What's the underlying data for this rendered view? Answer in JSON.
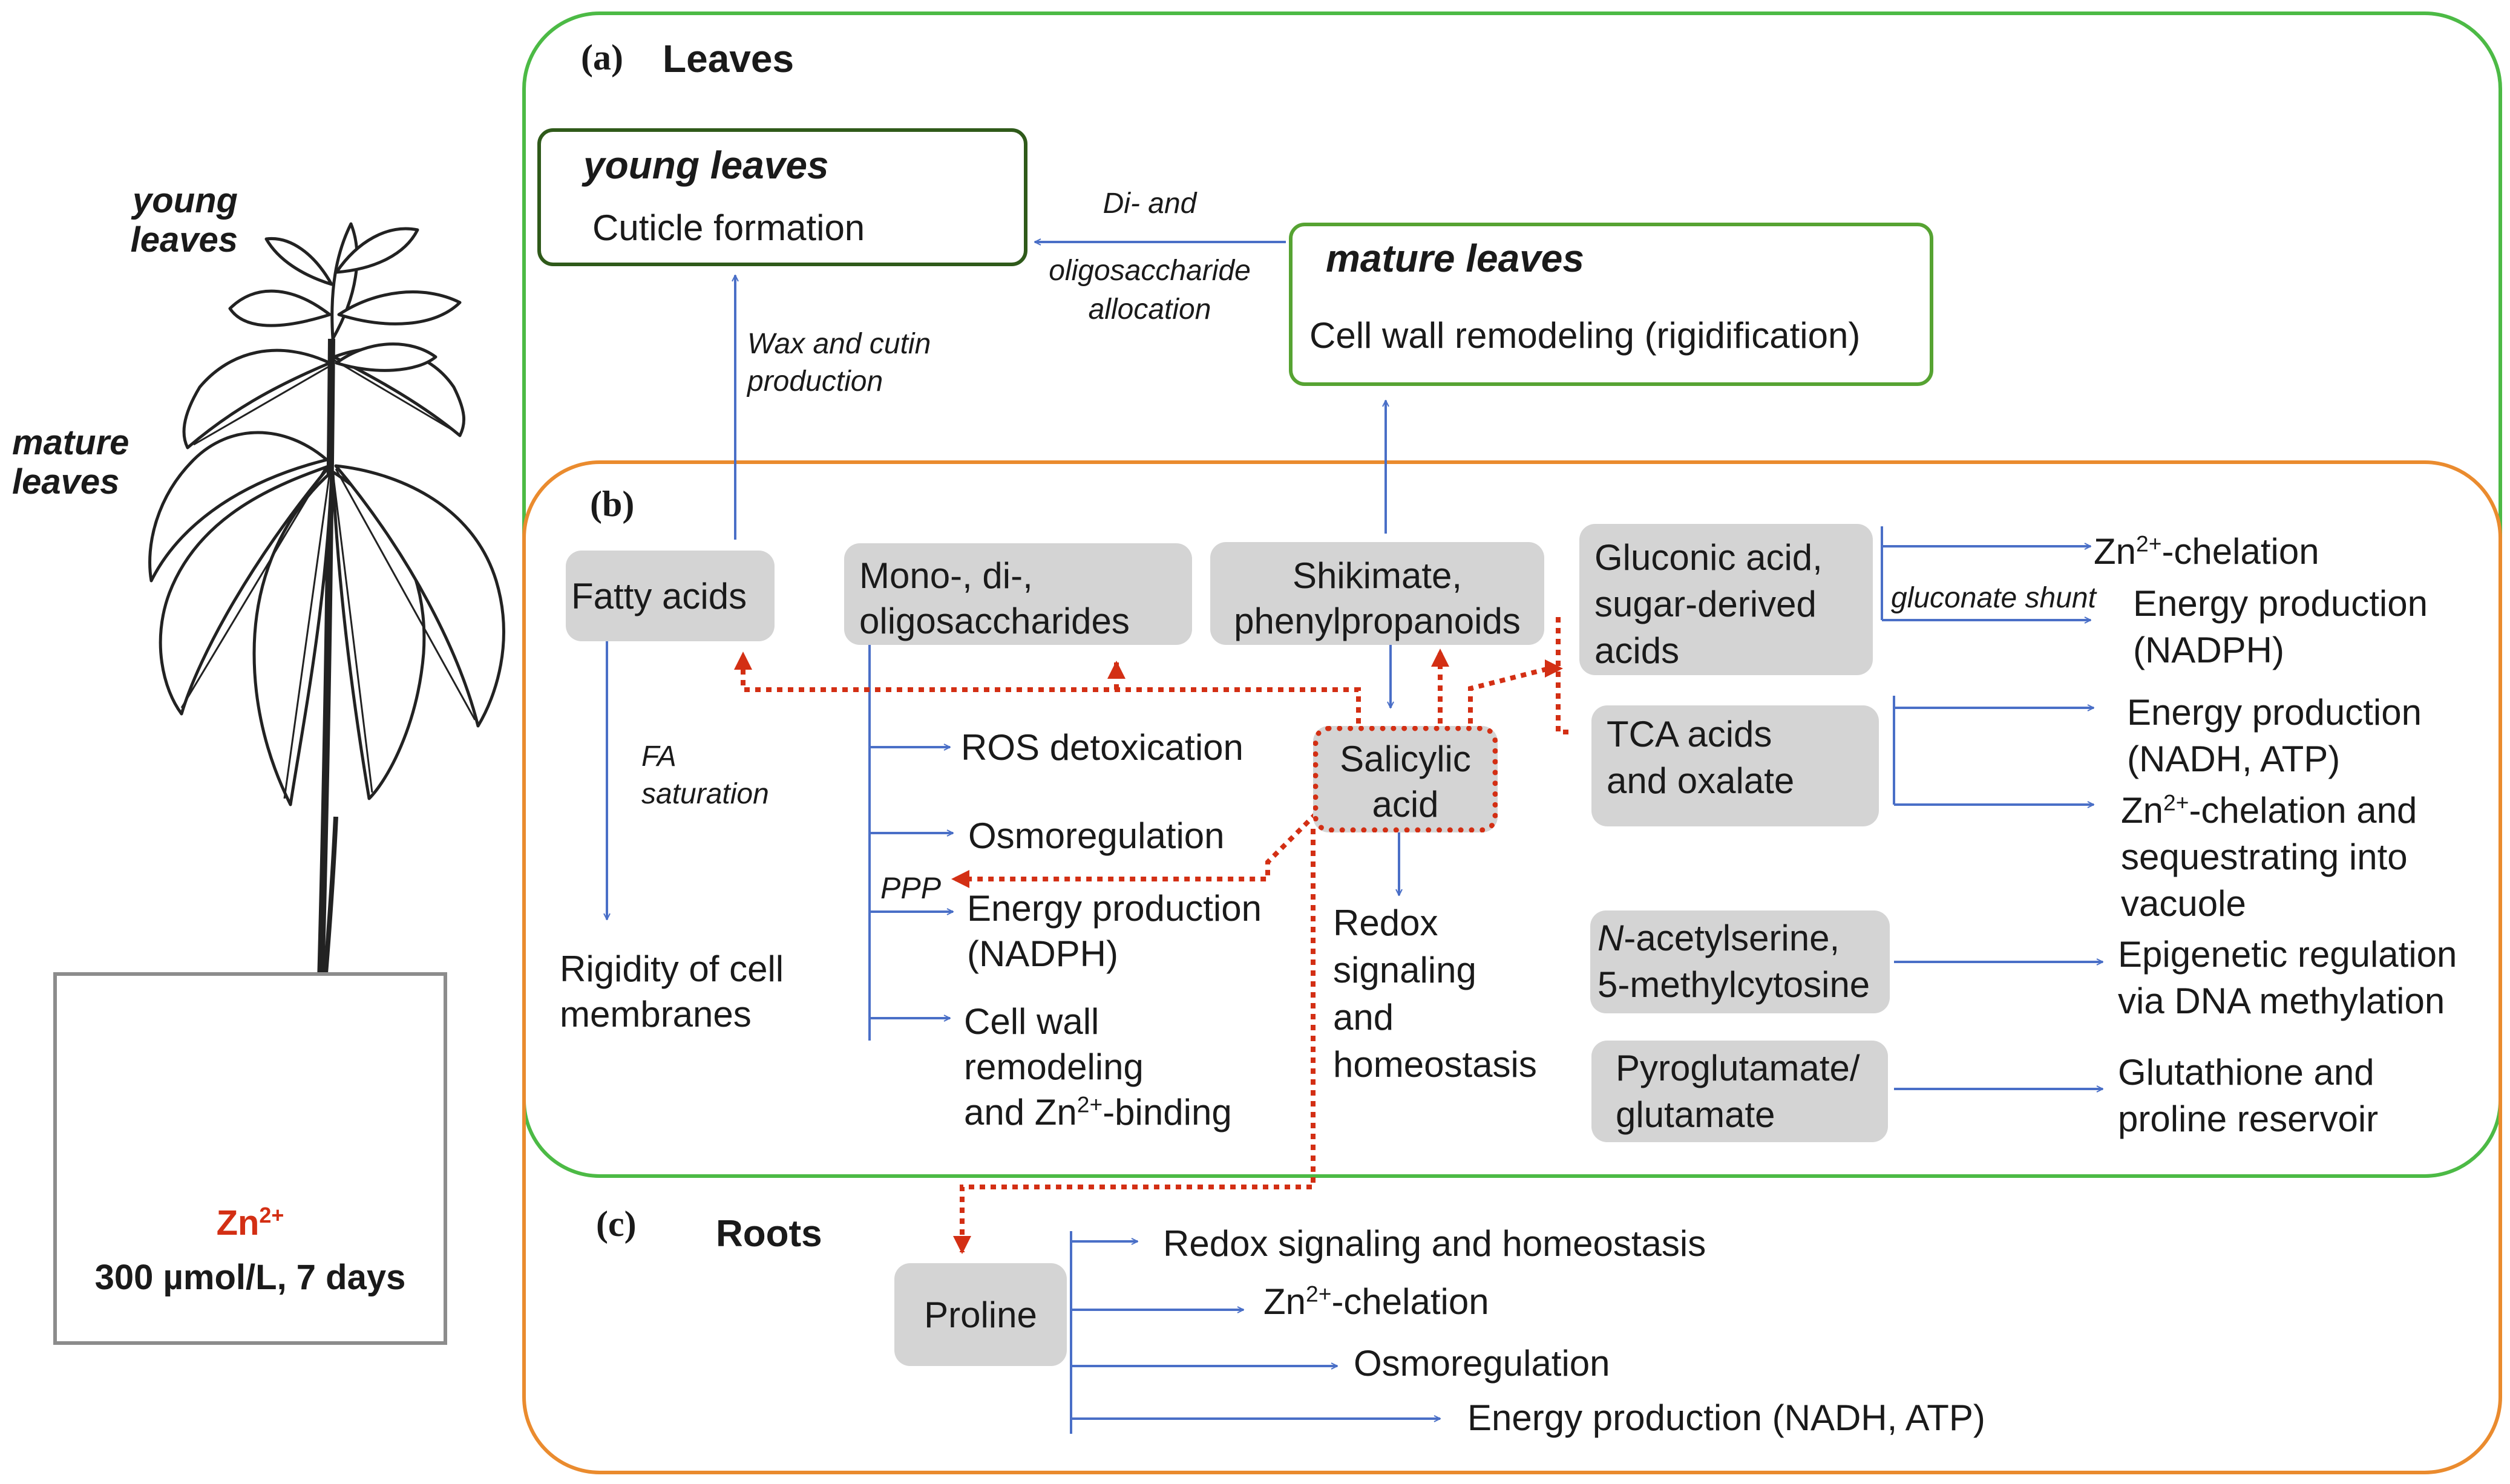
{
  "plant": {
    "young_leaves_label": [
      "young",
      "leaves"
    ],
    "mature_leaves_label": [
      "mature",
      "leaves"
    ],
    "treatment": {
      "ion": "Zn",
      "ion_charge": "2+",
      "condition": "300 µmol/L, 7 days"
    }
  },
  "colors": {
    "green_panel": "#4cba45",
    "orange_panel": "#ea8b2e",
    "arrow_blue": "#4a6fc7",
    "dotted_red": "#d32f14",
    "gray_box": "#d4d4d4",
    "zn_red": "#d32f14"
  },
  "panel_a": {
    "letter": "(a)",
    "title": "Leaves",
    "young_box": {
      "title": "young leaves",
      "text": "Cuticle formation"
    },
    "mature_box": {
      "title": "mature leaves",
      "text": "Cell wall remodeling (rigidification)"
    },
    "allocation_label": [
      "Di- and",
      "oligosaccharide",
      "allocation"
    ],
    "wax_label": [
      "Wax and cutin",
      "production"
    ]
  },
  "panel_b": {
    "letter": "(b)",
    "fatty_acids": "Fatty acids",
    "fa_saturation": [
      "FA",
      "saturation"
    ],
    "rigidity": [
      "Rigidity of cell",
      "membranes"
    ],
    "sugars": [
      "Mono-, di-,",
      "oligosaccharides"
    ],
    "ros": "ROS detoxication",
    "osmo": "Osmoregulation",
    "ppp": "PPP",
    "energy_nadph": [
      "Energy production",
      "(NADPH)"
    ],
    "cell_wall": [
      "Cell wall",
      "remodeling",
      "and Zn"
    ],
    "cell_wall_charge": "2+",
    "cell_wall_suffix": "-binding",
    "shikimate": [
      "Shikimate,",
      "phenylpropanoids"
    ],
    "salicylic": [
      "Salicylic",
      "acid"
    ],
    "redox": [
      "Redox",
      "signaling",
      "and",
      "homeostasis"
    ],
    "gluconic": [
      "Gluconic acid,",
      "sugar-derived",
      "acids"
    ],
    "gluconate_shunt": "gluconate shunt",
    "zn_chelation": {
      "prefix": "Zn",
      "charge": "2+",
      "suffix": "-chelation"
    },
    "energy_nadph2": [
      "Energy production",
      "(NADPH)"
    ],
    "tca": [
      "TCA acids",
      "and oxalate"
    ],
    "energy_nadh": [
      "Energy production",
      "(NADH, ATP)"
    ],
    "zn_seq": {
      "prefix": "Zn",
      "charge": "2+",
      "suffix": "-chelation and",
      "line2": "sequestrating into",
      "line3": "vacuole"
    },
    "acetylserine": {
      "n": "N",
      "rest": "-acetylserine,",
      "line2": "5-methylcytosine"
    },
    "epigenetic": [
      "Epigenetic regulation",
      "via DNA methylation"
    ],
    "pyroglutamate": [
      "Pyroglutamate/",
      "glutamate"
    ],
    "glutathione": [
      "Glutathione and",
      "proline reservoir"
    ]
  },
  "panel_c": {
    "letter": "(c)",
    "title": "Roots",
    "proline": "Proline",
    "redox": "Redox signaling and homeostasis",
    "zn_chelation": {
      "prefix": "Zn",
      "charge": "2+",
      "suffix": "-chelation"
    },
    "osmo": "Osmoregulation",
    "energy": "Energy production (NADH, ATP)"
  }
}
